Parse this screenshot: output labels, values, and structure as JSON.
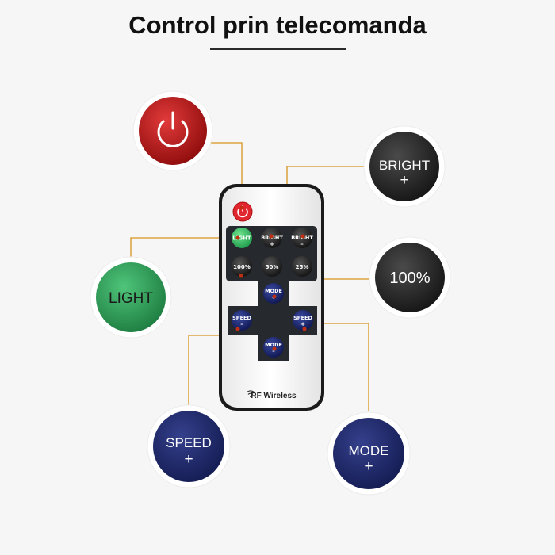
{
  "title": "Control prin telecomanda",
  "remote": {
    "brand_label": "RF Wireless",
    "keys": {
      "light": "LIGHT",
      "bright_plus_1": "BRIGHT",
      "bright_plus_2": "+",
      "bright_minus_1": "BRIGHT",
      "bright_minus_2": "–",
      "p100": "100%",
      "p50": "50%",
      "p25": "25%",
      "mode_plus_1": "MODE",
      "mode_plus_2": "+",
      "speed_minus_1": "SPEED",
      "speed_minus_2": "–",
      "speed_plus_1": "SPEED",
      "speed_plus_2": "+",
      "mode_minus_1": "MODE",
      "mode_minus_2": "–"
    }
  },
  "callouts": {
    "power": {
      "icon": "power-icon",
      "color": "#b01818"
    },
    "bright": {
      "line1": "BRIGHT",
      "line2": "+",
      "color": "#2b2b2b"
    },
    "light": {
      "line1": "LIGHT",
      "color": "#2e9a55"
    },
    "percent": {
      "line1": "100%",
      "color": "#2b2b2b"
    },
    "speed": {
      "line1": "SPEED",
      "line2": "+",
      "color": "#1f2a6e"
    },
    "mode": {
      "line1": "MODE",
      "line2": "+",
      "color": "#1f2a6e"
    }
  },
  "colors": {
    "connector": "#d7951e",
    "dot": "#c03010"
  }
}
